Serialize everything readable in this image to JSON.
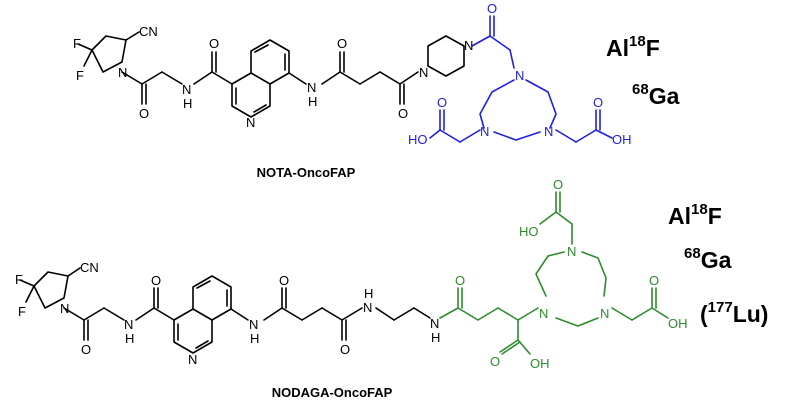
{
  "colors": {
    "core": "#000000",
    "nota_chelator": "#1f1fe0",
    "nodaga_chelator": "#2e8b2e"
  },
  "compounds": [
    {
      "caption": "NOTA-OncoFAP",
      "labels": {
        "F1": "F",
        "F2": "F",
        "N_pyr": "N",
        "CN": "CN",
        "O1": "O",
        "NH1": "N",
        "H1": "H",
        "O2": "O",
        "N_quin": "N",
        "NH2": "N",
        "H2": "H",
        "O3": "O",
        "O4": "O",
        "N_pip1": "N",
        "N_pip2": "N",
        "O_c1": "O",
        "N_ring1": "N",
        "N_ring2": "N",
        "N_ring3": "N",
        "HO1": "HO",
        "O_c2": "O",
        "O_c3": "O",
        "OH1": "OH"
      }
    },
    {
      "caption": "NODAGA-OncoFAP",
      "labels": {
        "F1": "F",
        "F2": "F",
        "N_pyr": "N",
        "CN": "CN",
        "O1": "O",
        "NH1": "N",
        "H1": "H",
        "O2": "O",
        "N_quin": "N",
        "NH2": "N",
        "H2": "H",
        "O3": "O",
        "O4": "O",
        "NH3": "N",
        "H3": "H",
        "NH4": "N",
        "H4": "H",
        "O5": "O",
        "HO1": "HO",
        "O_c1": "O",
        "N_ring1": "N",
        "N_ring2": "N",
        "N_ring3": "N",
        "O_c2": "O",
        "OH1": "OH",
        "O_c3": "O",
        "OH2": "OH"
      }
    }
  ],
  "isotopes": {
    "nota": [
      {
        "element_pre": "Al",
        "mass": "18",
        "element": "F"
      },
      {
        "element_pre": "",
        "mass": "68",
        "element": "Ga"
      }
    ],
    "nodaga": [
      {
        "element_pre": "Al",
        "mass": "18",
        "element": "F"
      },
      {
        "element_pre": "",
        "mass": "68",
        "element": "Ga"
      },
      {
        "element_pre": "(",
        "mass": "177",
        "element": "Lu)"
      }
    ]
  }
}
